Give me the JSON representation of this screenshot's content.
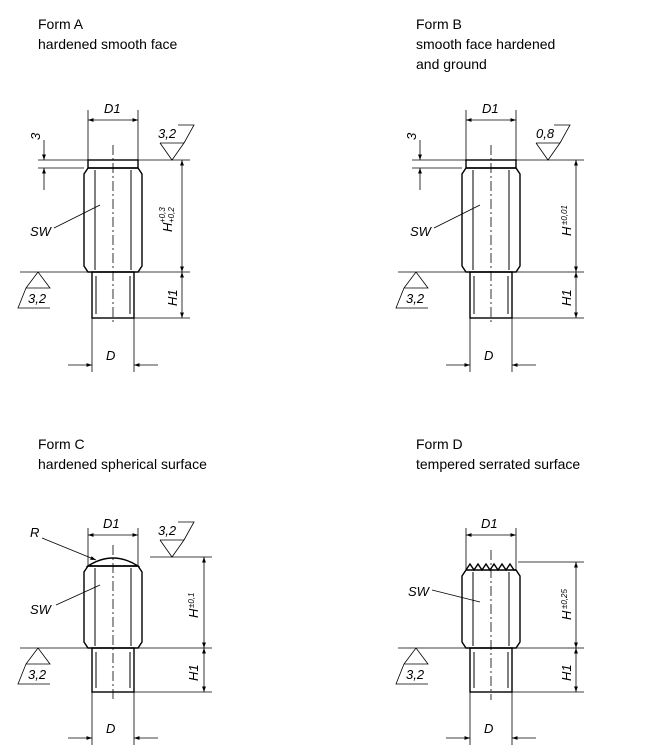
{
  "forms": [
    {
      "title": "Form A",
      "desc": [
        "hardened smooth face"
      ],
      "rough_top": "3,2",
      "rough_bottom": "3,2",
      "d1": "D1",
      "d": "D",
      "sw": "SW",
      "h": "H",
      "h_tol_upper": "+0,3",
      "h_tol_lower": "+0,2",
      "h1": "H1",
      "offset": "3"
    },
    {
      "title": "Form B",
      "desc": [
        "smooth face hardened",
        "and ground"
      ],
      "rough_top": "0,8",
      "rough_bottom": "3,2",
      "d1": "D1",
      "d": "D",
      "sw": "SW",
      "h": "H",
      "h_tol": "±0,01",
      "h1": "H1",
      "offset": "3"
    },
    {
      "title": "Form C",
      "desc": [
        "hardened spherical surface"
      ],
      "rough_top": "3,2",
      "rough_bottom": "3,2",
      "d1": "D1",
      "d": "D",
      "sw": "SW",
      "h": "H",
      "h_tol": "±0,1",
      "h1": "H1",
      "radius": "R"
    },
    {
      "title": "Form D",
      "desc": [
        "tempered serrated surface"
      ],
      "rough_bottom": "3,2",
      "d1": "D1",
      "d": "D",
      "sw": "SW",
      "h": "H",
      "h_tol": "±0,25",
      "h1": "H1"
    }
  ]
}
